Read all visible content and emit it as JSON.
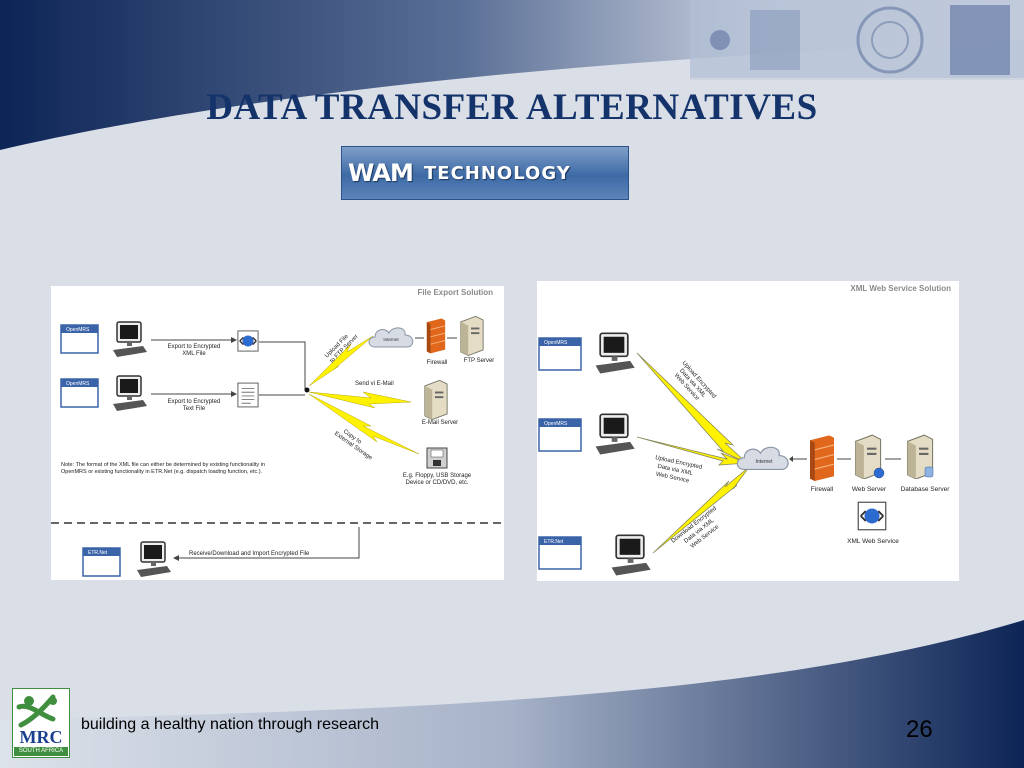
{
  "slide": {
    "title": "DATA TRANSFER ALTERNATIVES",
    "logo_text_left": "WAM",
    "logo_text_right": "TECHNOLOGY",
    "footer_text": "building a healthy nation through research",
    "page_number": "26",
    "mrc_logo_text": "MRC",
    "mrc_logo_subtext": "SOUTH AFRICA"
  },
  "file_export": {
    "title": "File Export Solution",
    "openmrs_1": "OpenMRS",
    "openmrs_2": "OpenMRS",
    "etr": "ETR.Net",
    "export_xml_1": "Export to Encrypted",
    "export_xml_2": "XML File",
    "export_text_1": "Export to Encrypted",
    "export_text_2": "Text File",
    "upload_ftp_1": "Upload File",
    "upload_ftp_2": "to FTP Server",
    "send_email": "Send vi E-Mail",
    "copy_storage_1": "Copy to",
    "copy_storage_2": "External Storage",
    "internet": "Internet",
    "firewall": "Firewall",
    "ftp_server": "FTP Server",
    "email_server": "E-Mail Server",
    "storage_1": "E.g. Floppy, USB Storage",
    "storage_2": "Device or CD/DVD, etc.",
    "note_1": "Note: The format of the XML file can either be determined by existing functionality in",
    "note_2": "OpenMRS or existing functionality in ETR.Net (e.g. dispatch loading function, etc.).",
    "receive": "Receive/Download and Import Encrypted File"
  },
  "xml_service": {
    "title": "XML Web Service Solution",
    "openmrs_1": "OpenMRS",
    "openmrs_2": "OpenMRS",
    "etr": "ETR.Net",
    "upload_1_l1": "Upload Encrypted",
    "upload_1_l2": "Data via XML",
    "upload_1_l3": "Web Service",
    "upload_2_l1": "Upload Encrypted",
    "upload_2_l2": "Data via XML",
    "upload_2_l3": "Web Service",
    "download_l1": "Download Encrypted",
    "download_l2": "Data via XML",
    "download_l3": "Web Service",
    "internet": "Internet",
    "firewall": "Firewall",
    "web_server": "Web Server",
    "database_server": "Database Server",
    "xml_web_service": "XML Web Service"
  },
  "colors": {
    "title": "#14336b",
    "navy": "#0f2a5c",
    "lightning": "#fff200",
    "firewall": "#e0671c",
    "box_border": "#3a63a8"
  }
}
